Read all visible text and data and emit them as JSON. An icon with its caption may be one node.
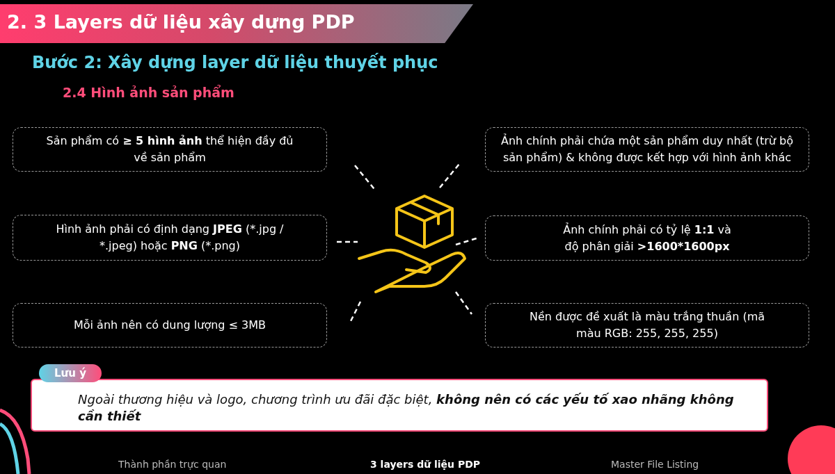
{
  "diagram": {
    "title": "2. 3 Layers dữ liệu xây dựng PDP",
    "nodes": [
      {
        "text": [
          "Sản phẩm có **≥ 5 hình ảnh** thể hiện đầy đủ về sản phẩm"
        ]
      },
      {
        "text": [
          "Ảnh chính phải chứa một sản phẩm duy nhất (trừ bộ sản phẩm) & không được kết hợp với hình ảnh khác"
        ]
      },
      {
        "text": [
          "Hình ảnh phải có định dạng **JPEG** (*.jpg / *.jpeg) hoặc **PNG** (*.png)"
        ]
      },
      {
        "text": [
          "Ảnh chính phải có tỷ lệ **1:1** và độ phân giải **>1600*1600px**"
        ]
      },
      {
        "text": [
          "Mỗi ảnh nên có dung lượng ≤ 3MB"
        ]
      },
      {
        "text": [
          "Nền được đề xuất là màu trắng thuần (mã màu RGB: 255, 255, 255)"
        ]
      },
      {
        "text": [
          "Lưu ý",
          "Ngoài thương hiệu và logo, chương trình ưu đãi đặc biệt, **không nên có các yếu tố xao nhãng không cần thiết**"
        ]
      }
    ],
    "labels": [
      "Bước 2:  Xây dựng layer dữ liệu thuyết phục",
      "2.4 Hình ảnh sản phẩm",
      "Thành phần trực quan",
      "3 layers dữ liệu PDP",
      "Master File Listing"
    ]
  }
}
